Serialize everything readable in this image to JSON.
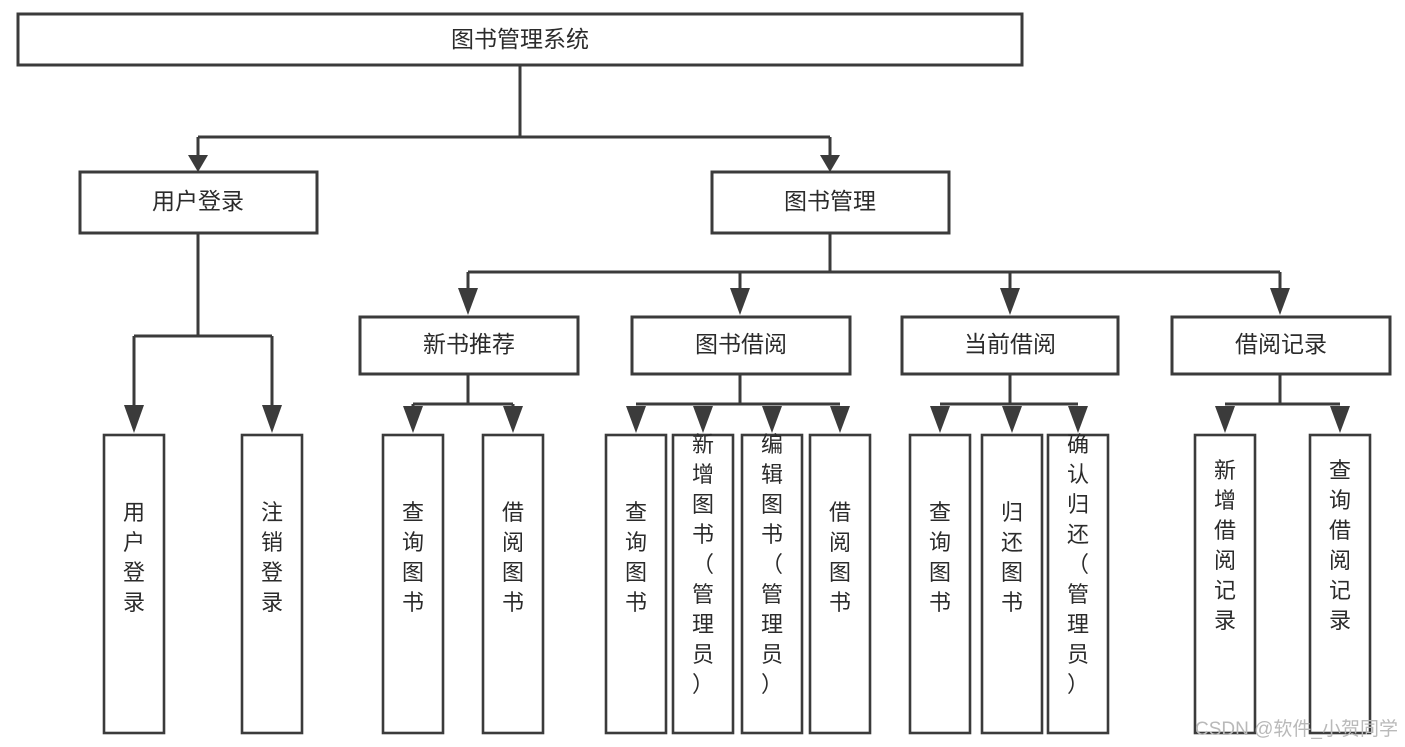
{
  "diagram": {
    "title": "图书管理系统",
    "type": "hierarchy-tree",
    "root": {
      "id": "root",
      "label": "图书管理系统"
    },
    "level2": [
      {
        "id": "user-login",
        "label": "用户登录"
      },
      {
        "id": "book-manage",
        "label": "图书管理"
      }
    ],
    "level3": [
      {
        "id": "new-book-rec",
        "label": "新书推荐",
        "parent": "book-manage"
      },
      {
        "id": "book-borrow",
        "label": "图书借阅",
        "parent": "book-manage"
      },
      {
        "id": "current-borrow",
        "label": "当前借阅",
        "parent": "book-manage"
      },
      {
        "id": "borrow-record",
        "label": "借阅记录",
        "parent": "book-manage"
      }
    ],
    "leaves": [
      {
        "id": "leaf-user-login",
        "label": "用户登录",
        "parent": "user-login"
      },
      {
        "id": "leaf-logout-login",
        "label": "注销登录",
        "parent": "user-login"
      },
      {
        "id": "leaf-query-book-1",
        "label": "查询图书",
        "parent": "new-book-rec"
      },
      {
        "id": "leaf-borrow-book-1",
        "label": "借阅图书",
        "parent": "new-book-rec"
      },
      {
        "id": "leaf-query-book-2",
        "label": "查询图书",
        "parent": "book-borrow"
      },
      {
        "id": "leaf-add-book",
        "label": "新增图书（管理员）",
        "parent": "book-borrow"
      },
      {
        "id": "leaf-edit-book",
        "label": "编辑图书（管理员）",
        "parent": "book-borrow"
      },
      {
        "id": "leaf-borrow-book-2",
        "label": "借阅图书",
        "parent": "book-borrow"
      },
      {
        "id": "leaf-query-book-3",
        "label": "查询图书",
        "parent": "current-borrow"
      },
      {
        "id": "leaf-return-book",
        "label": "归还图书",
        "parent": "current-borrow"
      },
      {
        "id": "leaf-confirm-return",
        "label": "确认归还（管理员）",
        "parent": "current-borrow"
      },
      {
        "id": "leaf-add-record",
        "label": "新增借阅记录",
        "parent": "borrow-record"
      },
      {
        "id": "leaf-query-record",
        "label": "查询借阅记录",
        "parent": "borrow-record"
      }
    ]
  },
  "watermark": {
    "text": "CSDN @软件_小贺同学"
  },
  "colors": {
    "stroke": "#3b3b3b",
    "box_fill": "#ffffff",
    "text": "#2b2b2b",
    "background": "#ffffff",
    "watermark": "#b9b9b9"
  }
}
